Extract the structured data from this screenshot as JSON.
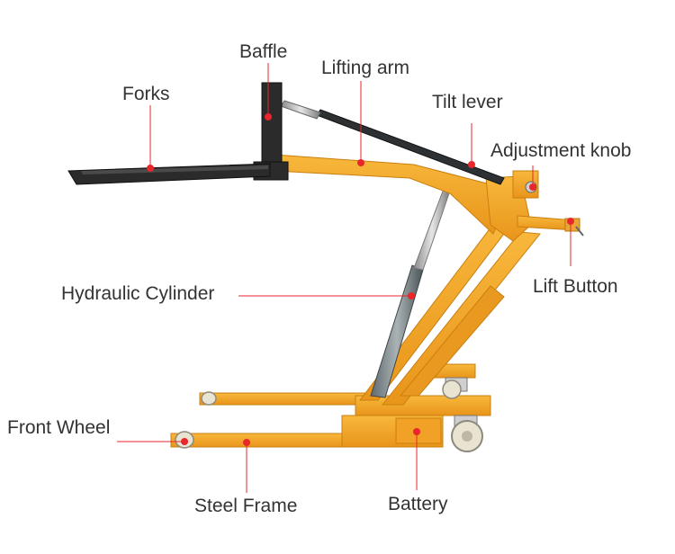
{
  "diagram": {
    "labels": {
      "baffle": "Baffle",
      "lifting_arm": "Lifting arm",
      "forks": "Forks",
      "tilt_lever": "Tilt lever",
      "adjustment_knob": "Adjustment knob",
      "lift_button": "Lift Button",
      "hydraulic_cylinder": "Hydraulic Cylinder",
      "front_wheel": "Front Wheel",
      "steel_frame": "Steel Frame",
      "battery": "Battery"
    },
    "colors": {
      "frame": "#f5a623",
      "frame_dark": "#d98a12",
      "fork": "#2b2b2b",
      "chrome": "#b8b8b8",
      "pointer": "#e8262b",
      "label_text": "#333333",
      "wheel": "#e9e4d2"
    }
  }
}
